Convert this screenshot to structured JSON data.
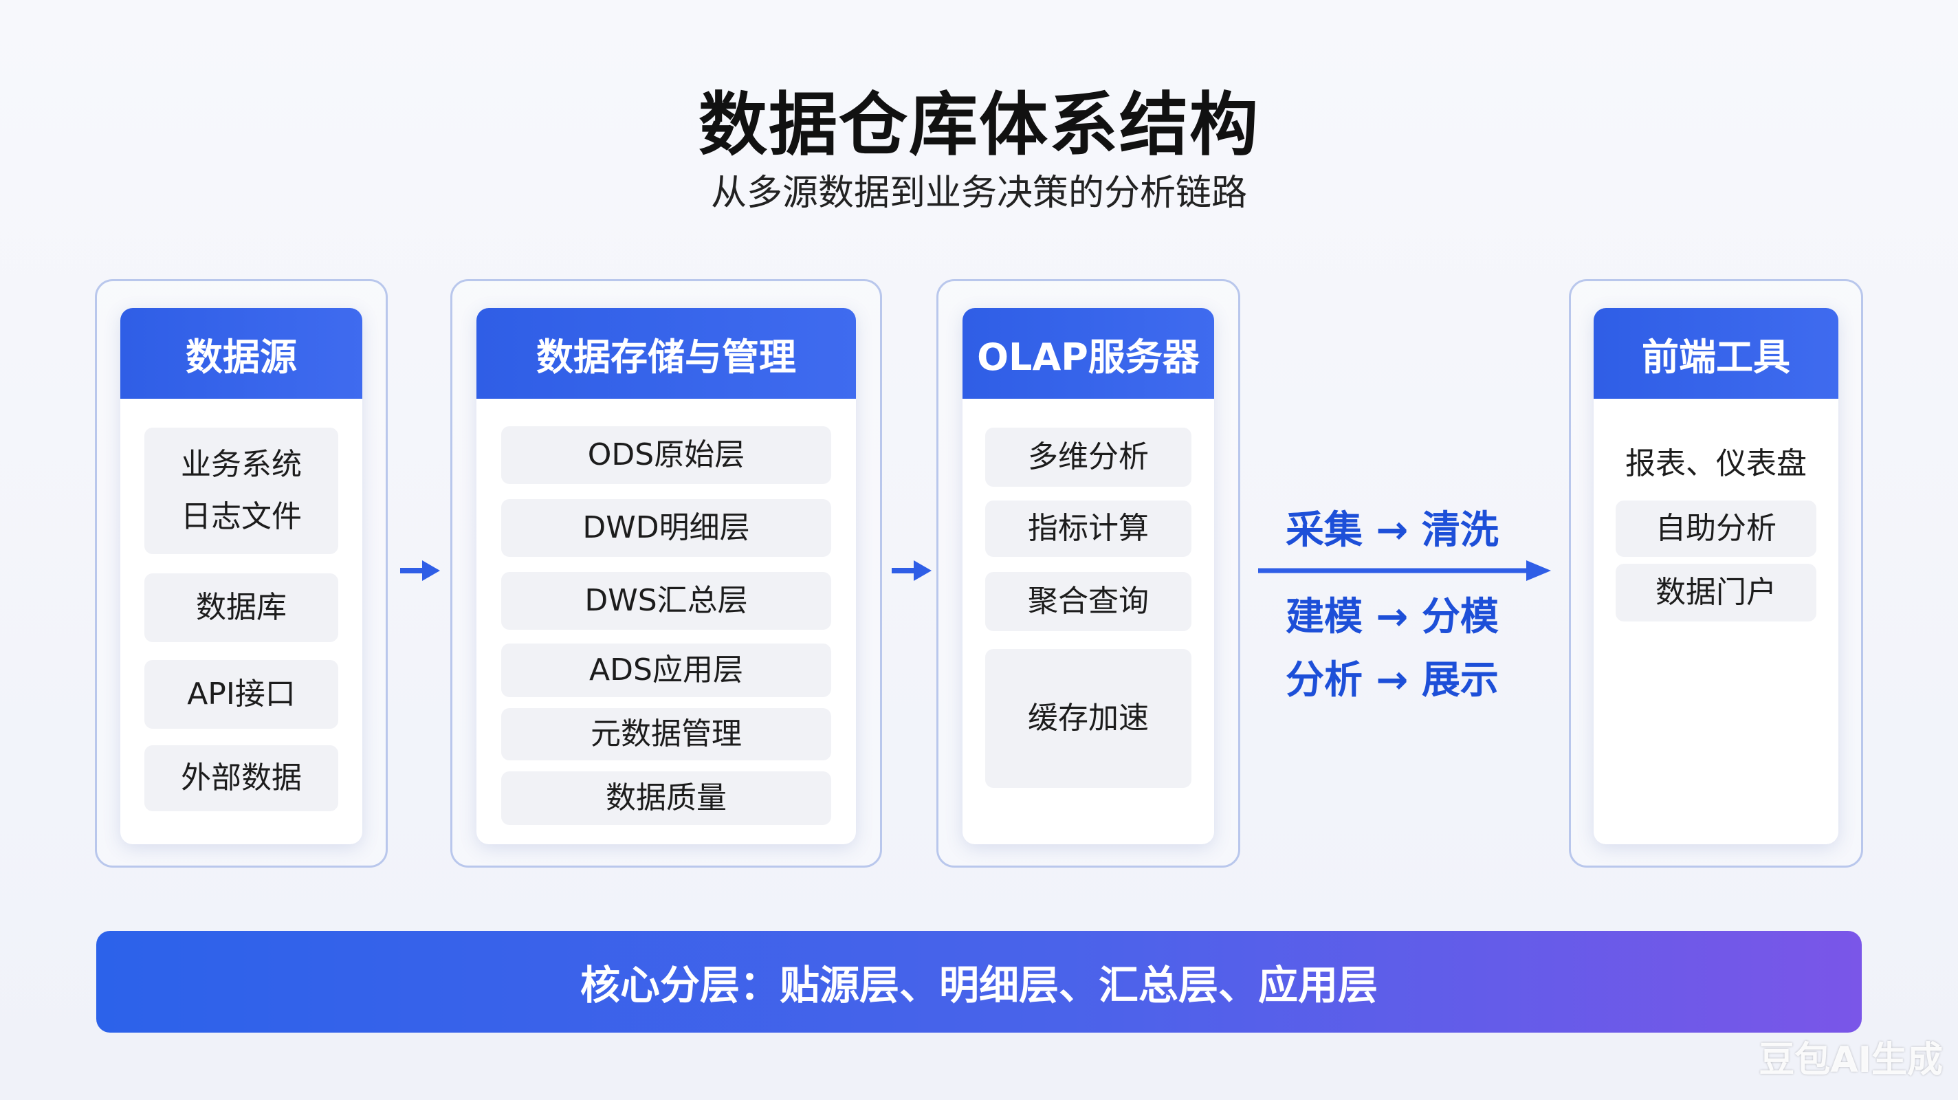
{
  "header": {
    "title": "数据仓库体系结构",
    "subtitle": "从多源数据到业务决策的分析链路"
  },
  "columns": [
    {
      "title": "数据源",
      "items": [
        {
          "lines": [
            "业务系统",
            "日志文件"
          ]
        },
        {
          "lines": [
            "数据库"
          ]
        },
        {
          "lines": [
            "API接口"
          ]
        },
        {
          "lines": [
            "外部数据"
          ]
        }
      ]
    },
    {
      "title": "数据存储与管理",
      "items": [
        {
          "lines": [
            "ODS原始层"
          ]
        },
        {
          "lines": [
            "DWD明细层"
          ]
        },
        {
          "lines": [
            "DWS汇总层"
          ]
        },
        {
          "lines": [
            "ADS应用层"
          ]
        },
        {
          "lines": [
            "元数据管理"
          ]
        },
        {
          "lines": [
            "数据质量"
          ]
        }
      ]
    },
    {
      "title": "OLAP服务器",
      "items": [
        {
          "lines": [
            "多维分析"
          ]
        },
        {
          "lines": [
            "指标计算"
          ]
        },
        {
          "lines": [
            "聚合查询"
          ]
        },
        {
          "lines": [
            "缓存加速"
          ]
        }
      ]
    },
    {
      "title": "前端工具",
      "items": [
        {
          "lines": [
            "报表、仪表盘"
          ]
        },
        {
          "lines": [
            "自助分析"
          ]
        },
        {
          "lines": [
            "数据门户"
          ]
        }
      ]
    }
  ],
  "flow": {
    "steps": [
      "采集 → 清洗",
      "建模 → 分模",
      "分析 → 展示"
    ]
  },
  "footer": {
    "banner": "核心分层：贴源层、明细层、汇总层、应用层"
  },
  "watermark": "豆包AI生成",
  "colors": {
    "accent": "#2f5ee6",
    "flow_text": "#1d4fd8",
    "banner_start": "#2c62ea",
    "banner_end": "#7a56e8"
  }
}
